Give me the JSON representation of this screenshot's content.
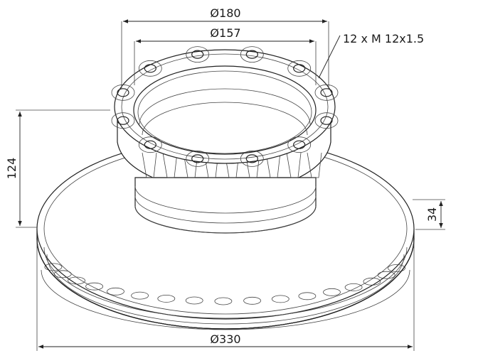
{
  "dimensions": {
    "flange_outer_diameter": "Ø180",
    "flange_inner_diameter": "Ø157",
    "bolt_spec": "12 x M 12x1.5",
    "overall_height": "124",
    "disc_thickness": "34",
    "disc_diameter": "Ø330"
  },
  "bolt_hole_count": 12
}
